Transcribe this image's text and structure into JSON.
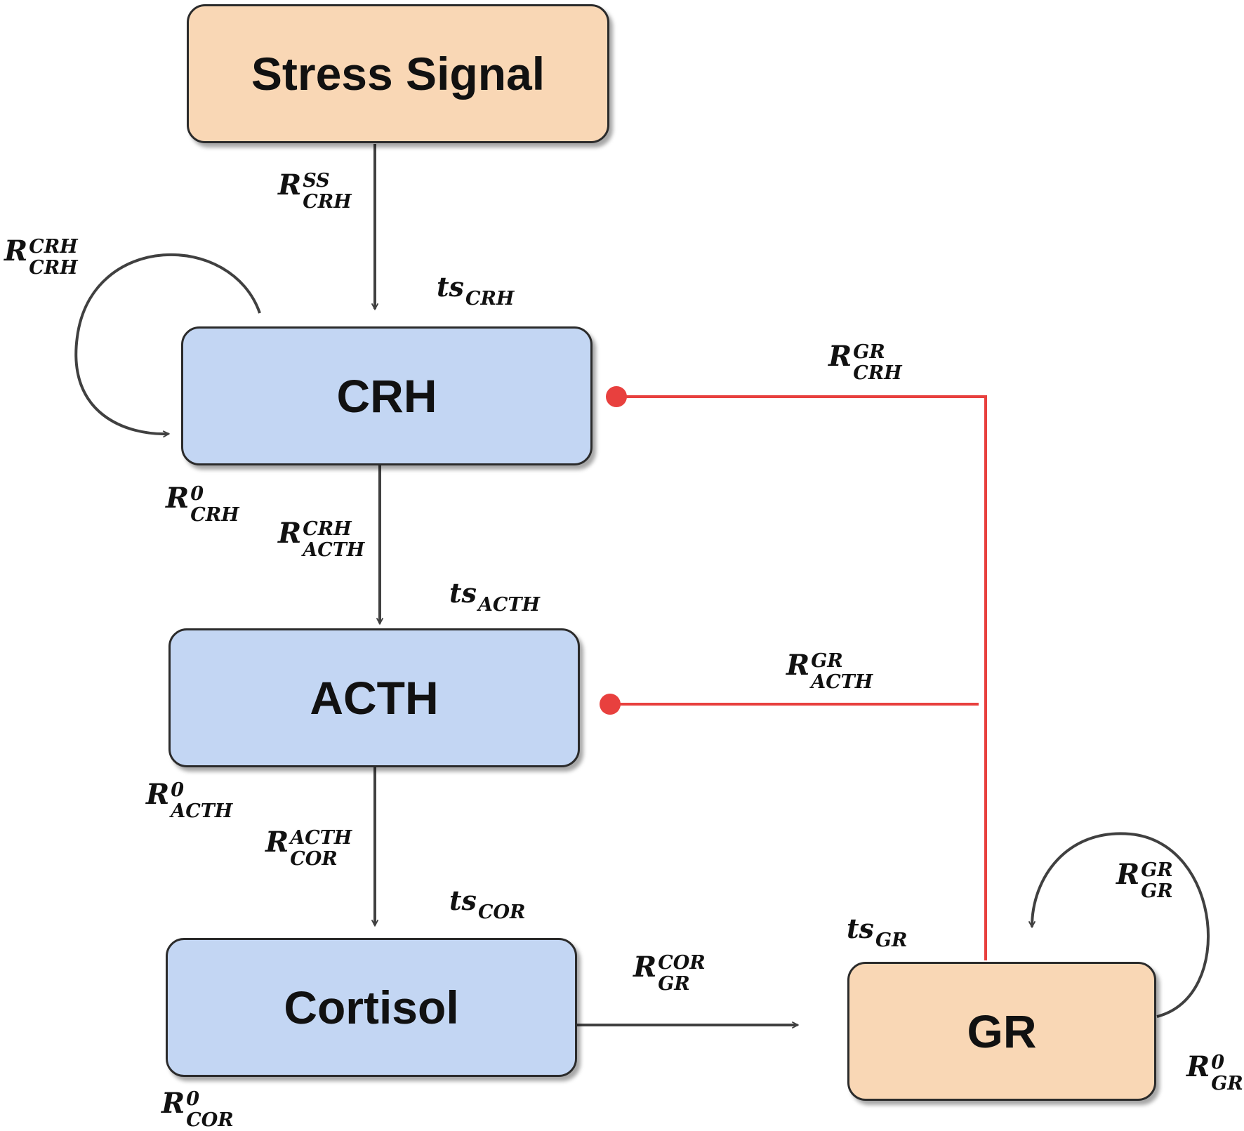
{
  "nodes": {
    "stress_signal": "Stress Signal",
    "crh": "CRH",
    "acth": "ACTH",
    "cortisol": "Cortisol",
    "gr": "GR"
  },
  "rates": {
    "r_ss_crh": {
      "base": "R",
      "sup": "SS",
      "sub": "CRH"
    },
    "r_crh_crh": {
      "base": "R",
      "sup": "CRH",
      "sub": "CRH"
    },
    "r_0_crh": {
      "base": "R",
      "sup": "0",
      "sub": "CRH"
    },
    "r_crh_acth": {
      "base": "R",
      "sup": "CRH",
      "sub": "ACTH"
    },
    "r_0_acth": {
      "base": "R",
      "sup": "0",
      "sub": "ACTH"
    },
    "r_acth_cor": {
      "base": "R",
      "sup": "ACTH",
      "sub": "COR"
    },
    "r_0_cor": {
      "base": "R",
      "sup": "0",
      "sub": "COR"
    },
    "r_cor_gr": {
      "base": "R",
      "sup": "COR",
      "sub": "GR"
    },
    "r_gr_crh": {
      "base": "R",
      "sup": "GR",
      "sub": "CRH"
    },
    "r_gr_acth": {
      "base": "R",
      "sup": "GR",
      "sub": "ACTH"
    },
    "r_gr_gr": {
      "base": "R",
      "sup": "GR",
      "sub": "GR"
    },
    "r_0_gr": {
      "base": "R",
      "sup": "0",
      "sub": "GR"
    }
  },
  "delays": {
    "ts_crh": {
      "base": "ts",
      "sub": "CRH"
    },
    "ts_acth": {
      "base": "ts",
      "sub": "ACTH"
    },
    "ts_cor": {
      "base": "ts",
      "sub": "COR"
    },
    "ts_gr": {
      "base": "ts",
      "sub": "GR"
    }
  },
  "colors": {
    "orange_node": "#f9d7b5",
    "blue_node": "#c3d6f3",
    "activation_arrow": "#404040",
    "inhibition_line": "#e8403e"
  }
}
